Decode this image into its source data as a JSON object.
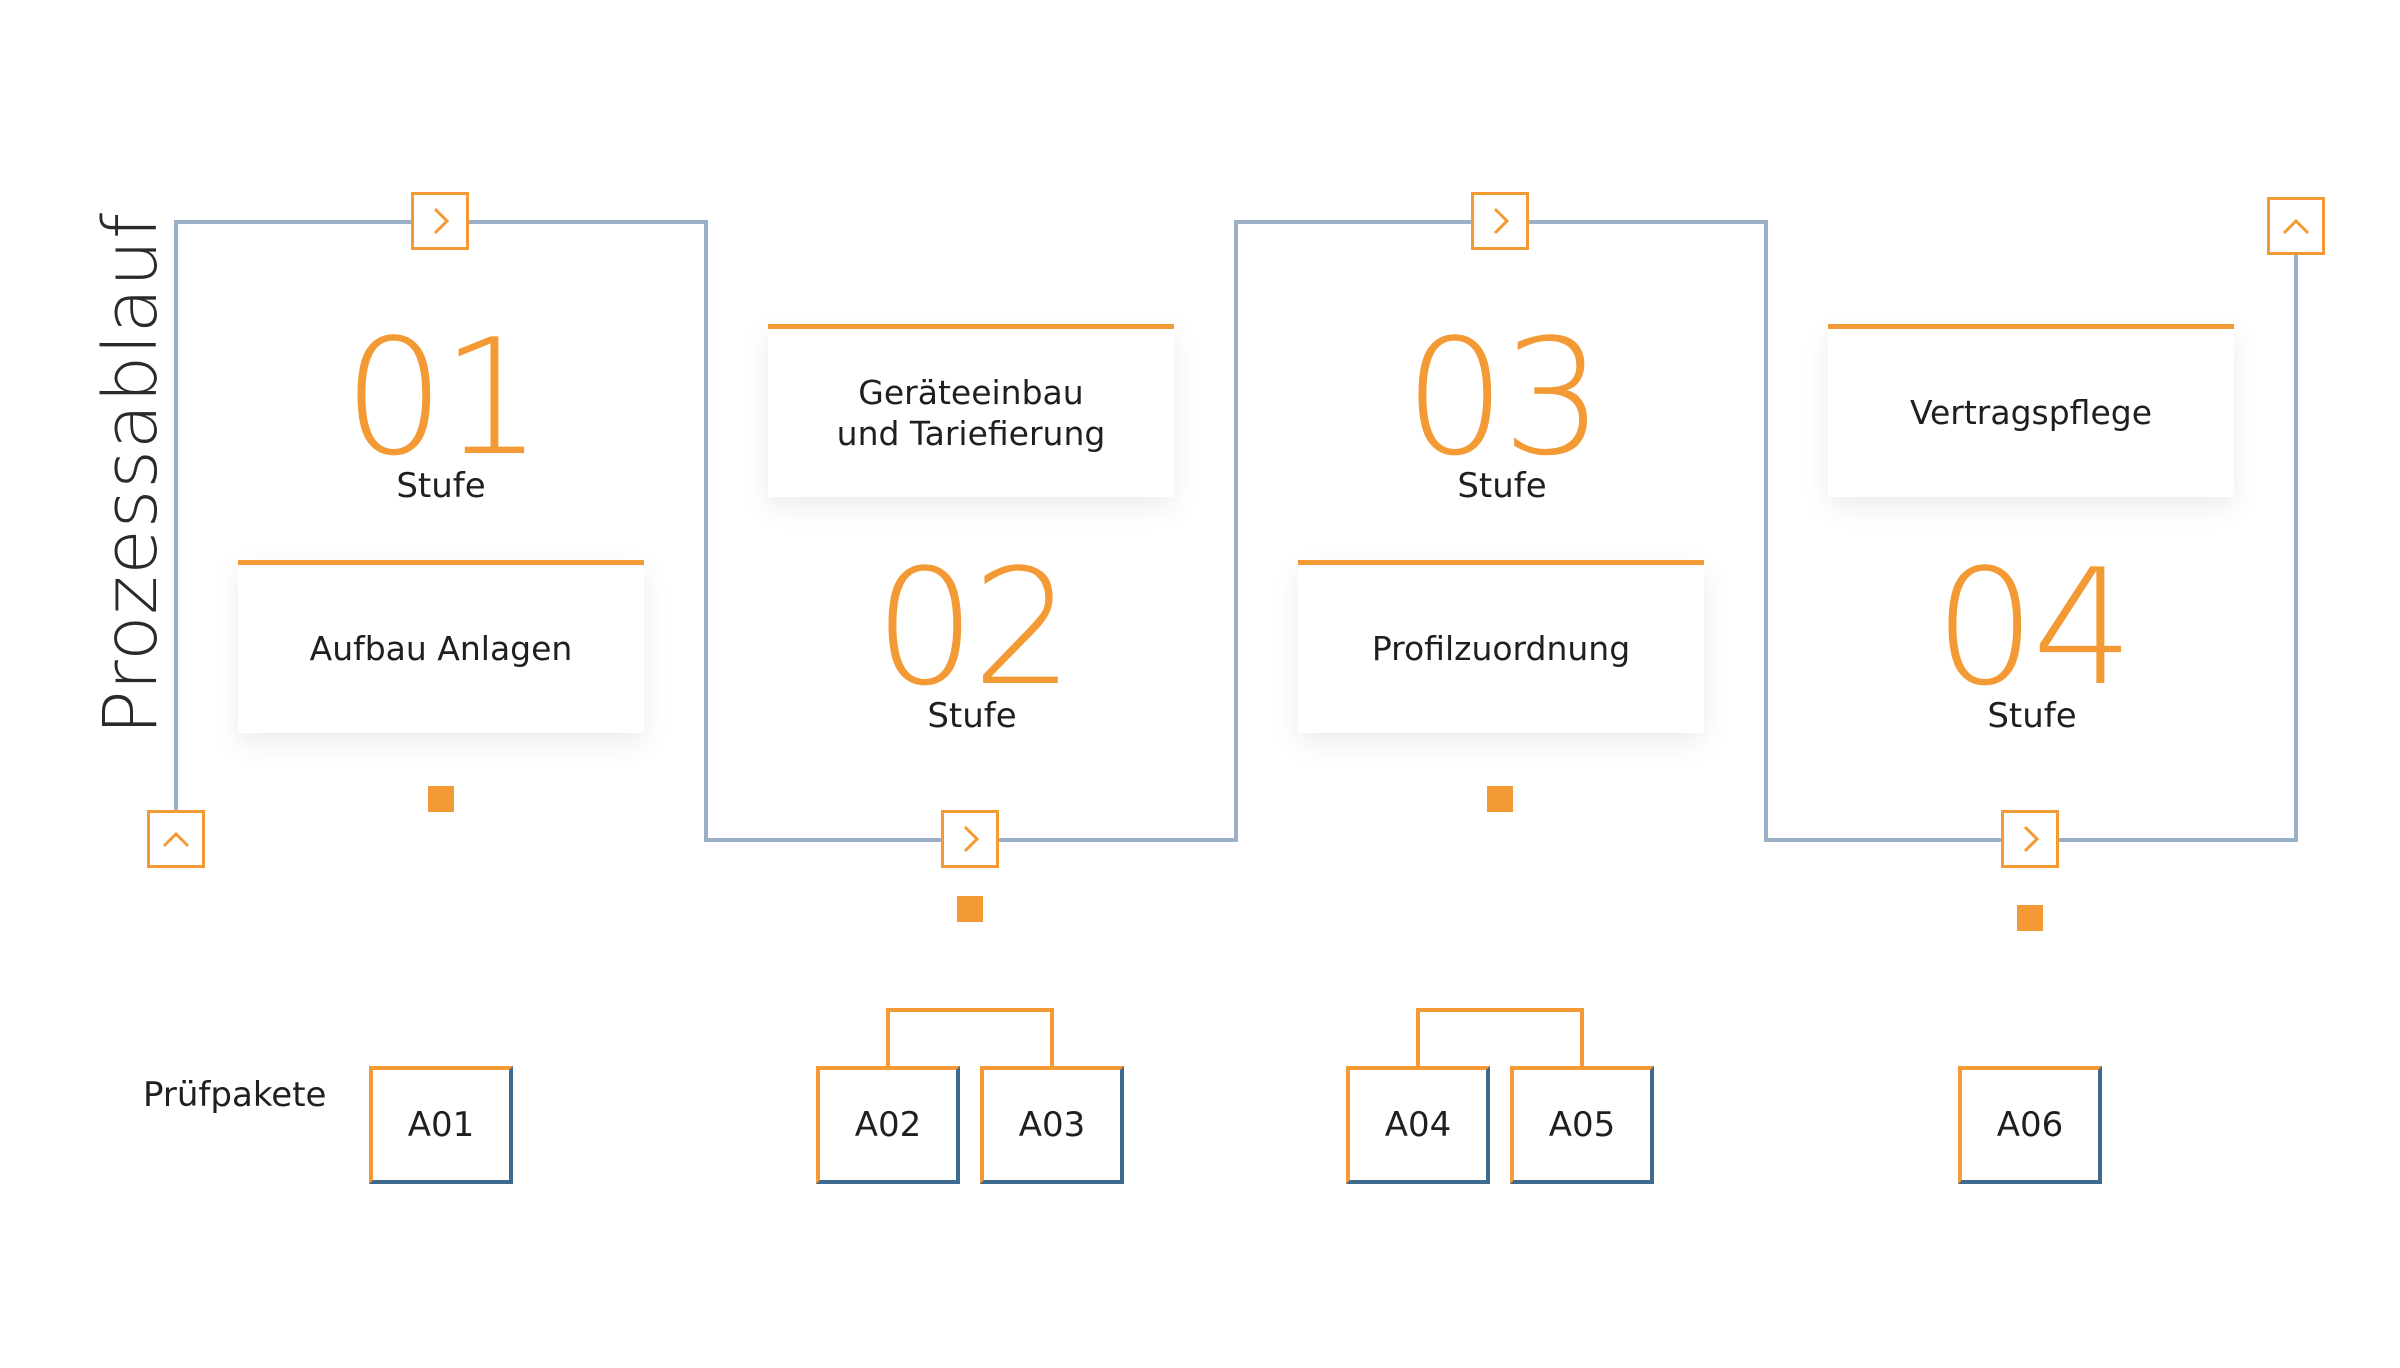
{
  "title": "Prozessablauf",
  "stages": [
    {
      "number": "01",
      "label": "Stufe",
      "card_lines": [
        "Aufbau Anlagen"
      ]
    },
    {
      "number": "02",
      "label": "Stufe",
      "card_lines": [
        "Geräteeinbau",
        "und Tariefierung"
      ]
    },
    {
      "number": "03",
      "label": "Stufe",
      "card_lines": [
        "Profilzuordnung"
      ]
    },
    {
      "number": "04",
      "label": "Stufe",
      "card_lines": [
        "Vertragspflege"
      ]
    }
  ],
  "packages": {
    "label": "Prüfpakete",
    "items": [
      "A01",
      "A02",
      "A03",
      "A04",
      "A05",
      "A06"
    ]
  },
  "icons": {
    "arrow_right": "chevron-right-icon",
    "arrow_up": "chevron-up-icon"
  },
  "colors": {
    "accent": "#f39a34",
    "line": "#9bb0c6",
    "dark_blue": "#3f6a8f",
    "teal": "#7fc9c6",
    "text": "#1f1f1f"
  }
}
